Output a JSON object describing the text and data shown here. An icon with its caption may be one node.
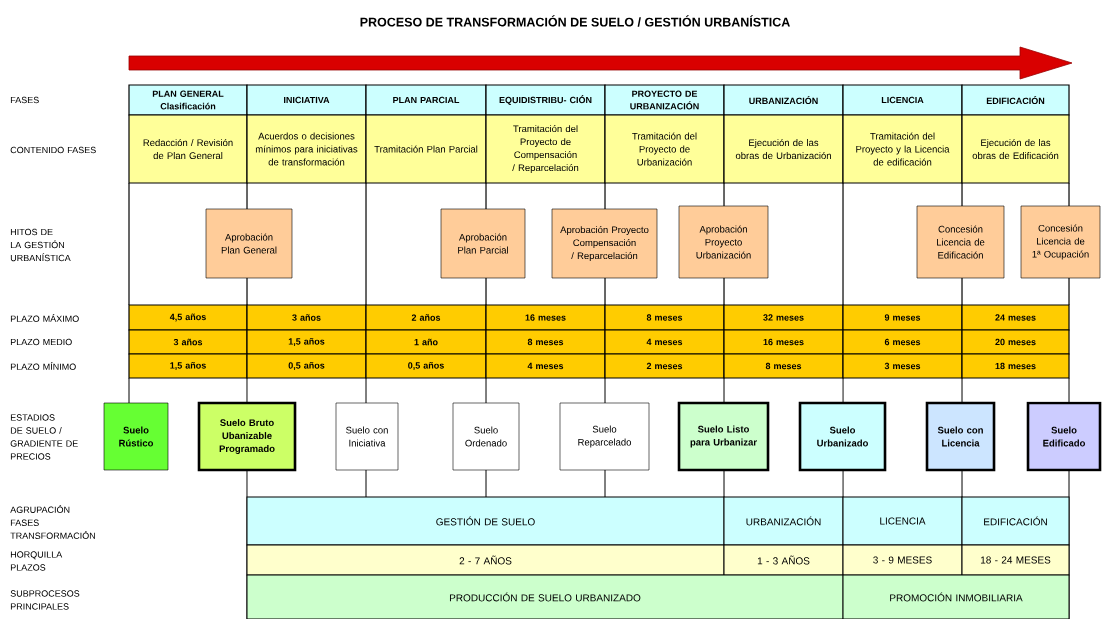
{
  "diagram": {
    "title": "PROCESO DE TRANSFORMACIÓN DE SUELO / GESTIÓN URBANÍSTICA",
    "nodes": [
      {
        "text": [
          "PLAN GENERAL Clasificación"
        ]
      },
      {
        "text": [
          "INICIATIVA"
        ]
      },
      {
        "text": [
          "PLAN PARCIAL"
        ]
      },
      {
        "text": [
          "EQUIDISTRIBU- CIÓN"
        ]
      },
      {
        "text": [
          "PROYECTO DE URBANIZACIÓN"
        ]
      },
      {
        "text": [
          "URBANIZACIÓN"
        ]
      },
      {
        "text": [
          "LICENCIA"
        ]
      },
      {
        "text": [
          "EDIFICACIÓN"
        ]
      },
      {
        "text": [
          "Redacción / Revisión de Plan General"
        ]
      },
      {
        "text": [
          "Acuerdos o decisiones mínimos para iniciativas de transformación"
        ]
      },
      {
        "text": [
          "Tramitación Plan Parcial"
        ]
      },
      {
        "text": [
          "Tramitación del Proyecto de Compensación / Reparcelación"
        ]
      },
      {
        "text": [
          "Tramitación del Proyecto de Urbanización"
        ]
      },
      {
        "text": [
          "Ejecución de las obras de Urbanización"
        ]
      },
      {
        "text": [
          "Tramitación del Proyecto y la Licencia de edificación"
        ]
      },
      {
        "text": [
          "Ejecución de las obras de Edificación"
        ]
      },
      {
        "text": [
          "Aprobación Plan General"
        ]
      },
      {
        "text": [
          "Aprobación Plan Parcial"
        ]
      },
      {
        "text": [
          "Aprobación Proyecto Compensación / Reparcelación"
        ]
      },
      {
        "text": [
          "Aprobación Proyecto Urbanización"
        ]
      },
      {
        "text": [
          "Concesión Licencia de Edificación"
        ]
      },
      {
        "text": [
          "Concesión Licencia de 1ª Ocupación"
        ]
      },
      {
        "text": [
          "4,5 años"
        ]
      },
      {
        "text": [
          "3 años"
        ]
      },
      {
        "text": [
          "2 años"
        ]
      },
      {
        "text": [
          "16 meses"
        ]
      },
      {
        "text": [
          "8 meses"
        ]
      },
      {
        "text": [
          "32 meses"
        ]
      },
      {
        "text": [
          "9 meses"
        ]
      },
      {
        "text": [
          "24 meses"
        ]
      },
      {
        "text": [
          "3 años"
        ]
      },
      {
        "text": [
          "1,5 años"
        ]
      },
      {
        "text": [
          "1 año"
        ]
      },
      {
        "text": [
          "8 meses"
        ]
      },
      {
        "text": [
          "4 meses"
        ]
      },
      {
        "text": [
          "16 meses"
        ]
      },
      {
        "text": [
          "6 meses"
        ]
      },
      {
        "text": [
          "20 meses"
        ]
      },
      {
        "text": [
          "1,5 años"
        ]
      },
      {
        "text": [
          "0,5 años"
        ]
      },
      {
        "text": [
          "0,5 años"
        ]
      },
      {
        "text": [
          "4 meses"
        ]
      },
      {
        "text": [
          "2 meses"
        ]
      },
      {
        "text": [
          "8 meses"
        ]
      },
      {
        "text": [
          "3 meses"
        ]
      },
      {
        "text": [
          "18 meses"
        ]
      },
      {
        "text": [
          "Suelo Rústico"
        ]
      },
      {
        "text": [
          "Suelo Bruto Ubanizable Programado"
        ]
      },
      {
        "text": [
          "Suelo con Iniciativa"
        ]
      },
      {
        "text": [
          "Suelo Ordenado"
        ]
      },
      {
        "text": [
          "Suelo Reparcelado"
        ]
      },
      {
        "text": [
          "Suelo Listo para Urbanizar"
        ]
      },
      {
        "text": [
          "Suelo Urbanizado"
        ]
      },
      {
        "text": [
          "Suelo con Licencia"
        ]
      },
      {
        "text": [
          "Suelo Edificado"
        ]
      },
      {
        "text": [
          "GESTIÓN DE SUELO"
        ]
      },
      {
        "text": [
          "URBANIZACIÓN"
        ]
      },
      {
        "text": [
          "LICENCIA"
        ]
      },
      {
        "text": [
          "EDIFICACIÓN"
        ]
      },
      {
        "text": [
          "2 - 7 AÑOS"
        ]
      },
      {
        "text": [
          "1 - 3 AÑOS"
        ]
      },
      {
        "text": [
          "3 - 9 MESES"
        ]
      },
      {
        "text": [
          "18 - 24 MESES"
        ]
      },
      {
        "text": [
          "PRODUCCIÓN DE SUELO URBANIZADO"
        ]
      },
      {
        "text": [
          "PROMOCIÓN INMOBILIARIA"
        ]
      }
    ],
    "labels": [
      "FASES",
      "CONTENIDO FASES",
      "HITOS DE LA GESTIÓN URBANÍSTICA",
      "PLAZO MÁXIMO",
      "PLAZO MEDIO",
      "PLAZO MÍNIMO",
      "ESTADIOS DE SUELO / GRADIENTE DE PRECIOS",
      "AGRUPACIÓN FASES TRANSFORMACIÓN",
      "HORQUILLA PLAZOS",
      "SUBPROCESOS PRINCIPALES"
    ]
  }
}
